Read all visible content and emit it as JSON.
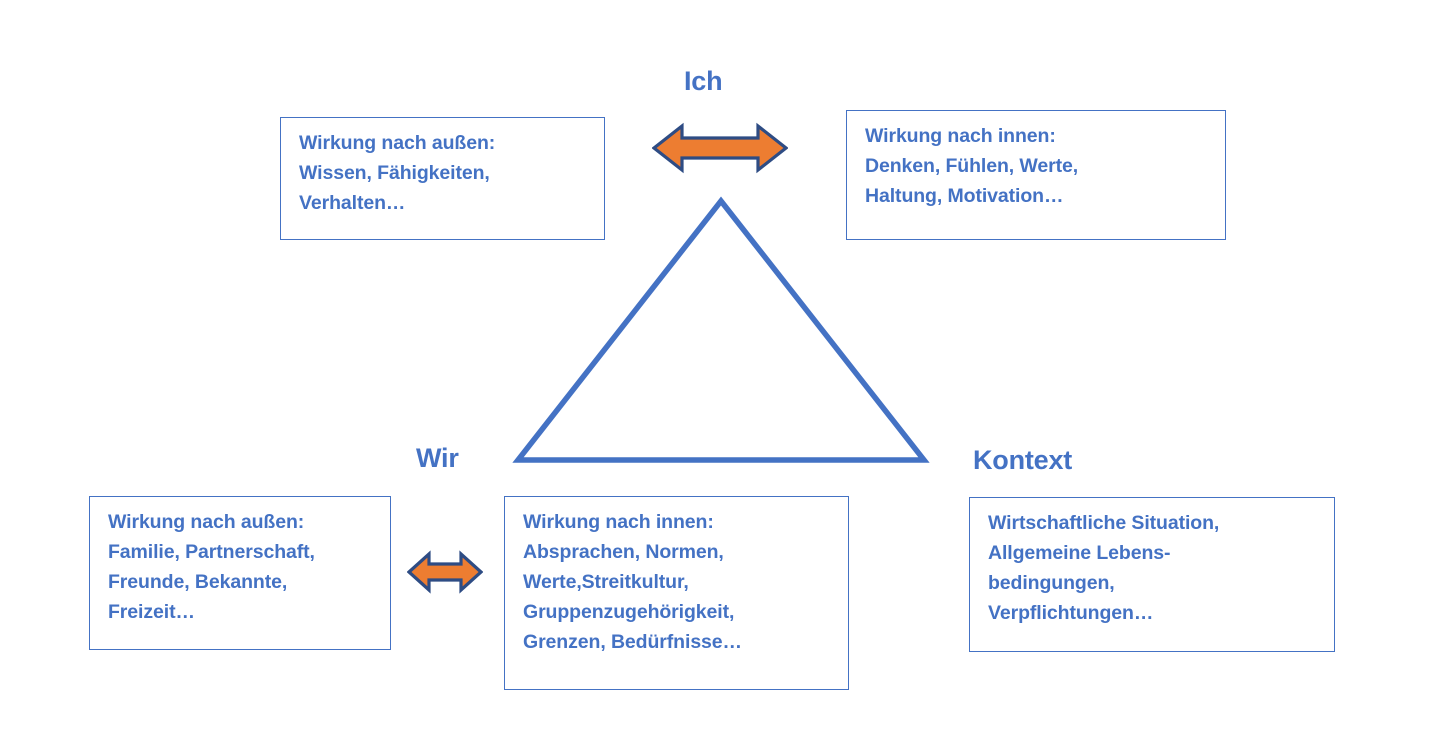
{
  "diagram": {
    "title_nodes": {
      "ich": "Ich",
      "wir": "Wir",
      "kontext": "Kontext"
    },
    "colors": {
      "blue": "#4472C4",
      "arrow_fill": "#ED7D31",
      "arrow_stroke": "#2E4C84",
      "background": "#FFFFFF"
    },
    "boxes": {
      "ich_aussen": {
        "lines": [
          "Wirkung nach außen:",
          "Wissen, Fähigkeiten,",
          "Verhalten…"
        ]
      },
      "ich_innen": {
        "lines": [
          "Wirkung nach innen:",
          "Denken, Fühlen, Werte,",
          "Haltung, Motivation…"
        ]
      },
      "wir_aussen": {
        "lines": [
          "Wirkung nach außen:",
          "Familie, Partnerschaft,",
          "Freunde, Bekannte,",
          "Freizeit…"
        ]
      },
      "wir_innen": {
        "lines": [
          "Wirkung nach innen:",
          "Absprachen, Normen,",
          "Werte,Streitkultur,",
          "Gruppenzugehörigkeit,",
          "Grenzen, Bedürfnisse…"
        ]
      },
      "kontext_box": {
        "lines": [
          "Wirtschaftliche Situation,",
          "Allgemeine Lebens-",
          "bedingungen,",
          "Verpflichtungen…"
        ]
      }
    },
    "arrows": {
      "ich_arrow": "double-arrow-horizontal",
      "wir_arrow": "double-arrow-horizontal"
    },
    "shapes": {
      "triangle": "triangle-outline"
    }
  }
}
